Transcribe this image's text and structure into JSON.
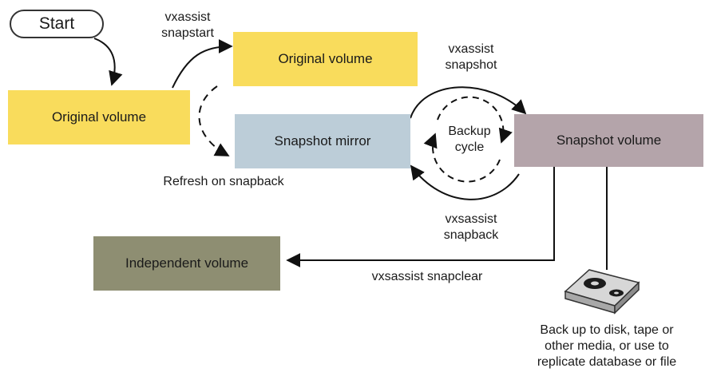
{
  "start": {
    "label": "Start"
  },
  "nodes": {
    "original_left": {
      "label": "Original volume",
      "color": "#f9dc5c"
    },
    "original_top": {
      "label": "Original volume",
      "color": "#f9dc5c"
    },
    "snapshot_mirror": {
      "label": "Snapshot mirror",
      "color": "#bccdd8"
    },
    "snapshot_volume": {
      "label": "Snapshot volume",
      "color": "#b4a4aa"
    },
    "independent_volume": {
      "label": "Independent volume",
      "color": "#8e8e72"
    }
  },
  "edges": {
    "snapstart": "vxassist\nsnapstart",
    "refresh": "Refresh on snapback",
    "snapshot": "vxassist\nsnapshot",
    "snapback": "vxsassist\nsnapback",
    "snapclear": "vxsassist snapclear",
    "backup_cycle": "Backup\ncycle",
    "backup_note": "Back up to disk, tape or\nother media, or use to\nreplicate database or file"
  },
  "icons": {
    "backup_media": "disk-drive-icon"
  }
}
